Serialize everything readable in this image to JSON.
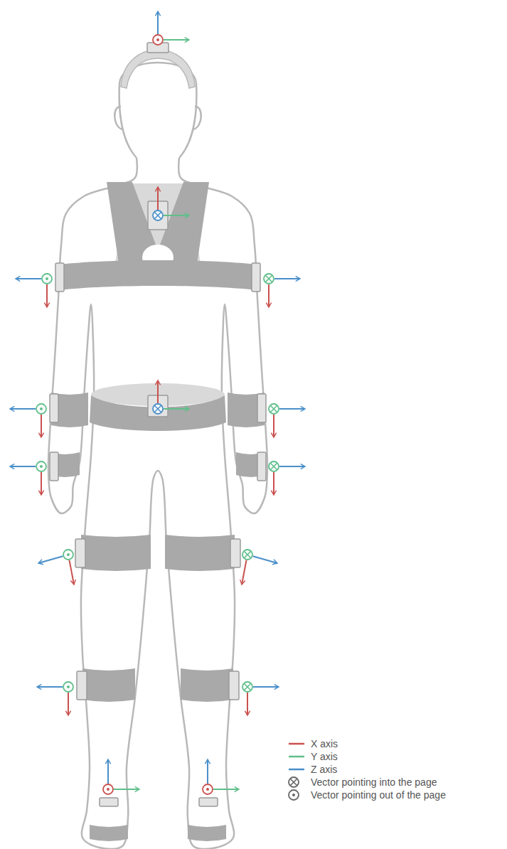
{
  "diagram": {
    "legend": [
      {
        "text": "X axis"
      },
      {
        "text": "Y axis"
      },
      {
        "text": "Z axis"
      },
      {
        "text": "Vector pointing into the page"
      },
      {
        "text": "Vector pointing out of the page"
      }
    ]
  }
}
